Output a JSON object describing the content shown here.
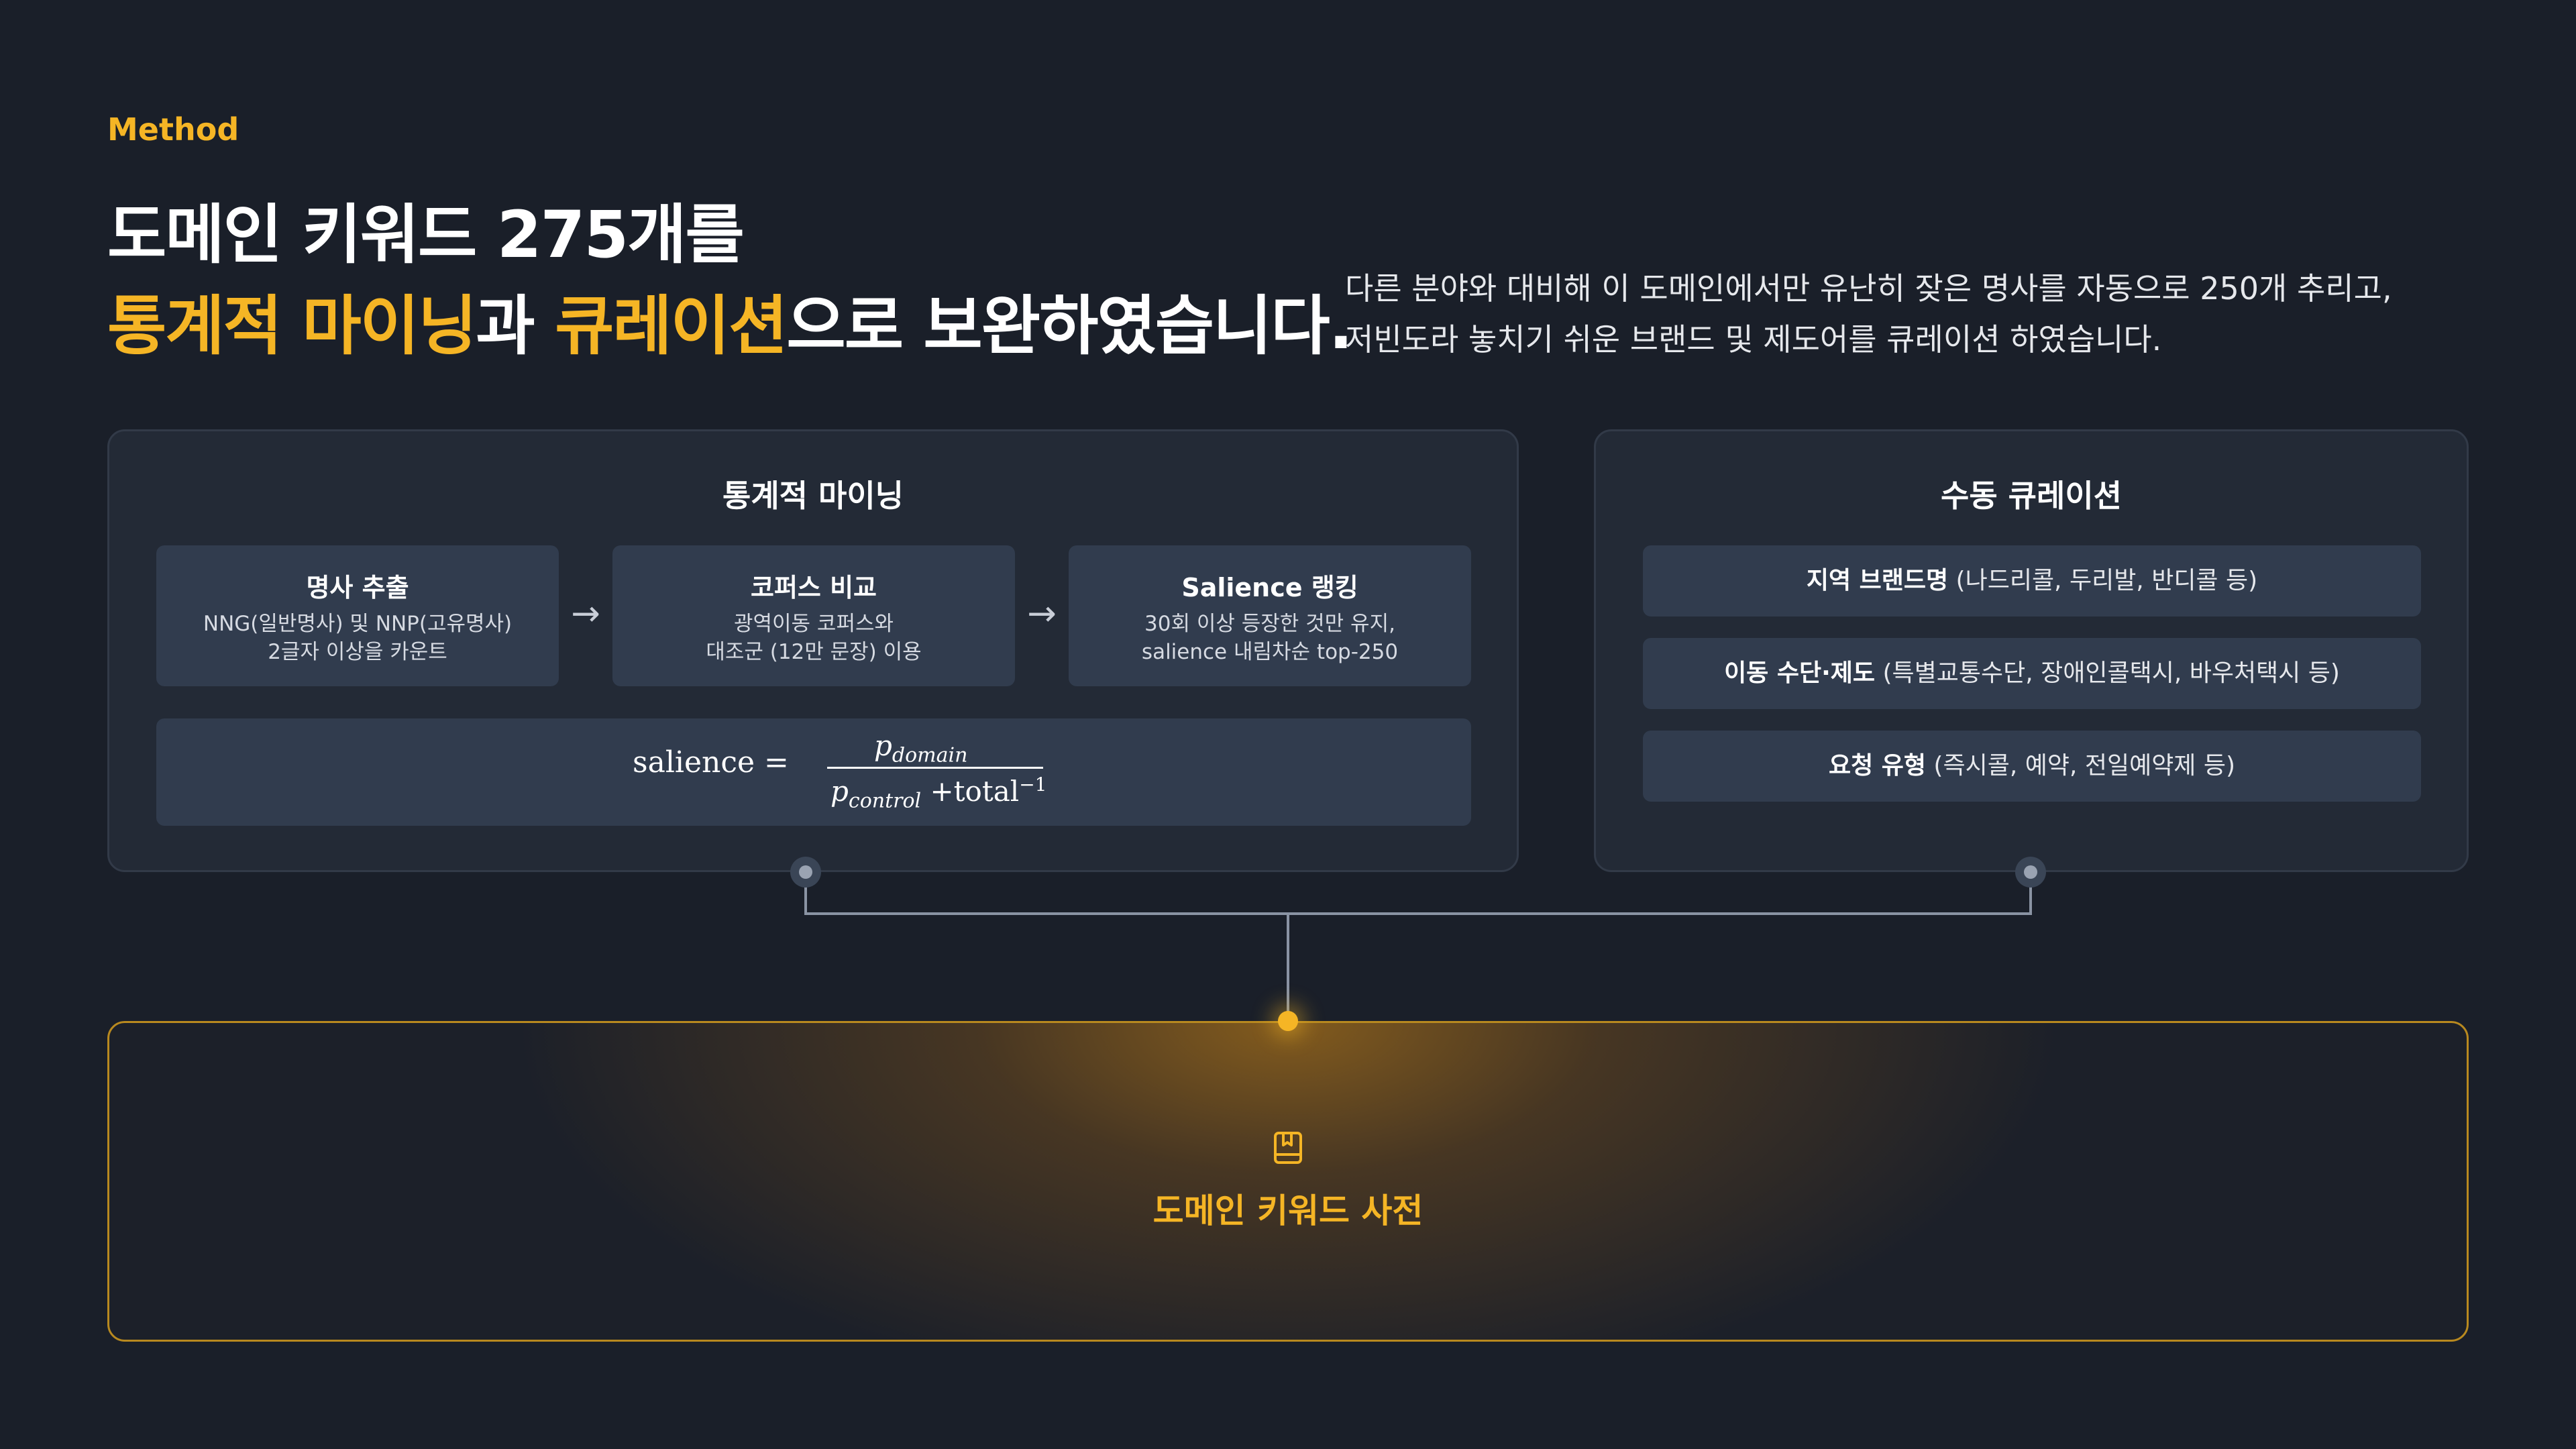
{
  "header": {
    "eyebrow": "Method",
    "title_line1": "도메인 키워드 275개를",
    "title_hl_1": "통계적 마이닝",
    "title_mid": "과 ",
    "title_hl_2": "큐레이션",
    "title_end": "으로 보완하였습니다.",
    "lead_line1": "다른 분야와 대비해 이 도메인에서만 유난히 잦은 명사를 자동으로 250개 추리고,",
    "lead_line2": "저빈도라 놓치기 쉬운 브랜드 및 제도어를 큐레이션 하였습니다."
  },
  "mining": {
    "title": "통계적 마이닝",
    "steps": [
      {
        "title": "명사 추출",
        "desc1": "NNG(일반명사) 및 NNP(고유명사)",
        "desc2": "2글자 이상을 카운트"
      },
      {
        "title": "코퍼스 비교",
        "desc1": "광역이동 코퍼스와",
        "desc2": "대조군 (12만 문장) 이용"
      },
      {
        "title": "Salience 랭킹",
        "desc1": "30회 이상 등장한 것만 유지,",
        "desc2": "salience 내림차순 top-250"
      }
    ],
    "arrow": "→",
    "formula": {
      "lhs": "salience =",
      "num_p": "p",
      "num_sub": "domain",
      "den_p": "p",
      "den_sub": "control",
      "den_rest": " +total",
      "den_sup": "−1"
    }
  },
  "curation": {
    "title": "수동 큐레이션",
    "items": [
      {
        "label": "지역 브랜드명",
        "examples": " (나드리콜, 두리발, 반디콜 등)"
      },
      {
        "label": "이동 수단·제도",
        "examples": " (특별교통수단, 장애인콜택시, 바우처택시 등)"
      },
      {
        "label": "요청 유형",
        "examples": " (즉시콜, 예약, 전일예약제 등)"
      }
    ]
  },
  "result": {
    "label": "도메인 키워드 사전",
    "icon": "book-icon"
  },
  "colors": {
    "accent": "#f5b525",
    "background": "#1a1f29",
    "panel": "#232a36",
    "card": "#313c4e"
  }
}
